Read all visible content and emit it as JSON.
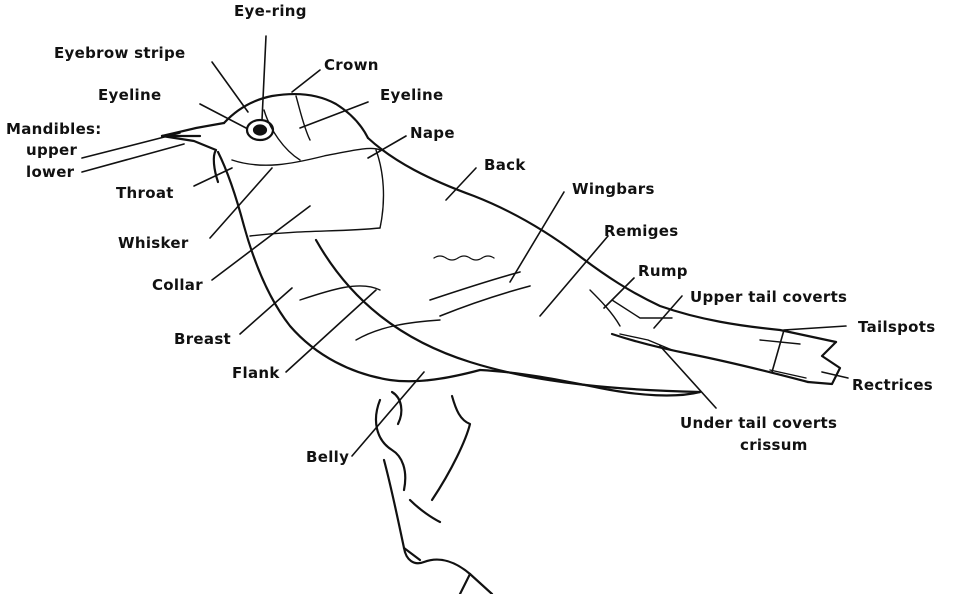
{
  "labels": {
    "eye_ring": "Eye-ring",
    "crown": "Crown",
    "eyebrow_stripe": "Eyebrow stripe",
    "eyeline_left": "Eyeline",
    "eyeline_right": "Eyeline",
    "nape": "Nape",
    "mandibles": "Mandibles:",
    "upper": "upper",
    "lower": "lower",
    "back": "Back",
    "throat": "Throat",
    "wingbars": "Wingbars",
    "whisker": "Whisker",
    "remiges": "Remiges",
    "rump": "Rump",
    "collar": "Collar",
    "upper_tail_coverts": "Upper tail coverts",
    "tailspots": "Tailspots",
    "breast": "Breast",
    "rectrices": "Rectrices",
    "flank": "Flank",
    "under_tail_coverts": "Under tail coverts",
    "crissum": "crissum",
    "belly": "Belly"
  }
}
